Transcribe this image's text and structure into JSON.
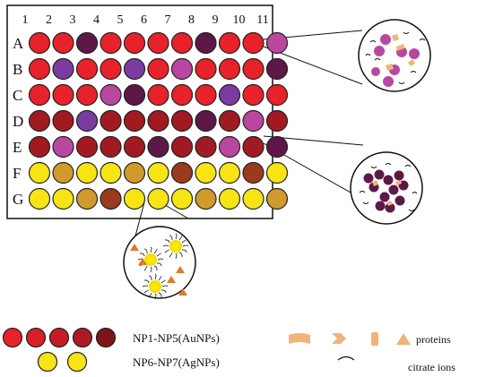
{
  "plate": {
    "columns": [
      "1",
      "2",
      "3",
      "4",
      "5",
      "6",
      "7",
      "8",
      "9",
      "10",
      "11"
    ],
    "rows": [
      "A",
      "B",
      "C",
      "D",
      "E",
      "F",
      "G"
    ],
    "wells": [
      [
        "red",
        "red",
        "plum",
        "red",
        "red",
        "red",
        "red",
        "plum",
        "red",
        "red",
        "magenta"
      ],
      [
        "red",
        "violet",
        "red",
        "red",
        "violet",
        "red",
        "magenta",
        "red",
        "red",
        "red",
        "plum"
      ],
      [
        "red",
        "red",
        "red",
        "magenta",
        "plum",
        "red",
        "red",
        "red",
        "violet",
        "red",
        "red"
      ],
      [
        "crimson",
        "crimson",
        "violet",
        "crimson",
        "crimson",
        "crimson",
        "crimson",
        "plum",
        "crimson",
        "magenta",
        "crimson"
      ],
      [
        "crimson",
        "magenta",
        "crimson",
        "crimson",
        "crimson",
        "plum",
        "crimson",
        "crimson",
        "magenta",
        "crimson",
        "plum"
      ],
      [
        "yellow",
        "gold",
        "yellow",
        "yellow",
        "gold",
        "yellow",
        "brown",
        "yellow",
        "yellow",
        "brown",
        "yellow"
      ],
      [
        "yellow",
        "yellow",
        "gold",
        "brown",
        "yellow",
        "yellow",
        "yellow",
        "gold",
        "yellow",
        "yellow",
        "gold"
      ]
    ]
  },
  "well_colors": {
    "red": "#E8222A",
    "crimson": "#A11A22",
    "plum": "#5E1848",
    "violet": "#7A3CA0",
    "magenta": "#B9479F",
    "yellow": "#F7E414",
    "gold": "#D19A2C",
    "brown": "#9B3A1C"
  },
  "zoom_icons": {
    "row_a": "gold-nanoparticle-protein-corona-icon",
    "row_e": "aggregated-gold-nanoparticle-icon",
    "row_g": "silver-nanoparticle-citrate-icon"
  },
  "legend": {
    "au_colors": [
      "#E8222A",
      "#D61F28",
      "#C31C25",
      "#AF1923",
      "#7E1419"
    ],
    "ag_colors": [
      "#F7E414",
      "#F7E414"
    ],
    "au_label": "NP1-NP5(AuNPs)",
    "ag_label": "NP6-NP7(AgNPs)",
    "protein_color": "#F0B47A",
    "proteins_label": "proteins",
    "citrate_label": "citrate ions"
  }
}
